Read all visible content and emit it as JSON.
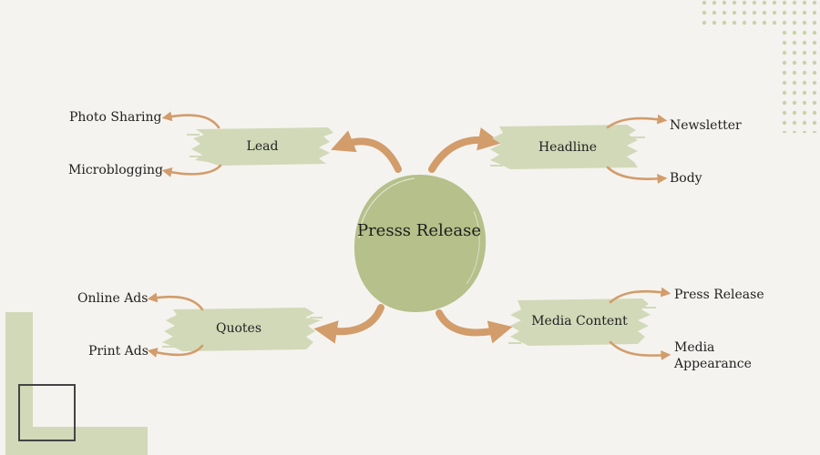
{
  "diagram": {
    "center": {
      "label": "Presss Release"
    },
    "nodes": {
      "lead": {
        "label": "Lead",
        "children": [
          "Photo Sharing",
          "Microblogging"
        ]
      },
      "headline": {
        "label": "Headline",
        "children": [
          "Newsletter",
          "Body"
        ]
      },
      "quotes": {
        "label": "Quotes",
        "children": [
          "Online Ads",
          "Print Ads"
        ]
      },
      "media": {
        "label": "Media Content",
        "children": [
          "Press Release",
          "Media\nAppearance"
        ]
      }
    }
  },
  "colors": {
    "background": "#f5f3ef",
    "center_fill": "#b5c08a",
    "node_fill": "#d2d9b8",
    "arrow": "#d29c6b",
    "dots": "#c9d2a8",
    "corner_block": "#d2d9b8",
    "corner_square": "#444444"
  }
}
